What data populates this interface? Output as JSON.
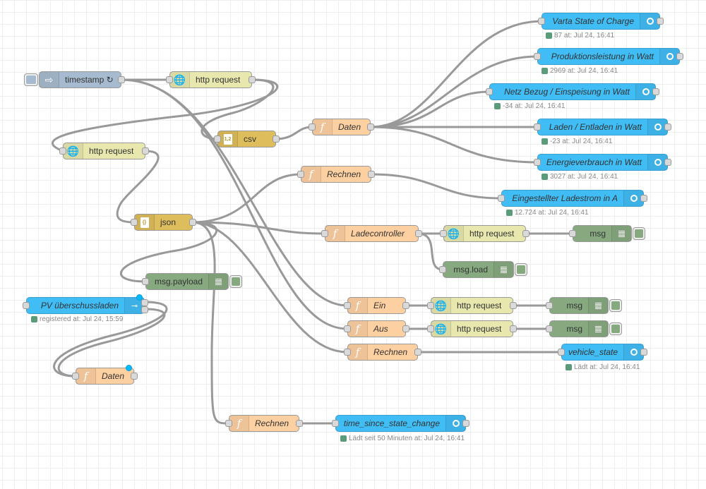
{
  "canvas": {
    "grid": true,
    "wire_color": "#999999",
    "background": "#ffffff"
  },
  "colors": {
    "inject": "#a6bbcf",
    "http_request": "#e7e7ae",
    "parser": "#DEBD5C",
    "function": "#fdd0a2",
    "debug": "#87a980",
    "home_assistant": "#41BDF5",
    "status_ok": "#5a9c7a",
    "changed_indicator": "#00bcff"
  },
  "nodes": {
    "timestamp": {
      "label": "timestamp ↻",
      "type": "inject",
      "icon": "arrow-right-icon"
    },
    "http1": {
      "label": "http request",
      "type": "http request",
      "icon": "globe-icon"
    },
    "http2": {
      "label": "http request",
      "type": "http request",
      "icon": "globe-icon"
    },
    "csv": {
      "label": "csv",
      "type": "csv",
      "icon_text": "1,2"
    },
    "json": {
      "label": "json",
      "type": "json",
      "icon_text": "{}"
    },
    "daten1": {
      "label": "Daten",
      "type": "function",
      "icon": "function-icon"
    },
    "rechnen1": {
      "label": "Rechnen",
      "type": "function",
      "icon": "function-icon"
    },
    "ladecontroller": {
      "label": "Ladecontroller",
      "type": "function",
      "icon": "function-icon"
    },
    "http3": {
      "label": "http request",
      "type": "http request",
      "icon": "globe-icon"
    },
    "msg1": {
      "label": "msg",
      "type": "debug"
    },
    "msgload": {
      "label": "msg.load",
      "type": "debug"
    },
    "msgpayload": {
      "label": "msg.payload",
      "type": "debug"
    },
    "pv": {
      "label": "PV überschussladen",
      "type": "ha-switch",
      "status": "registered at: Jul 24, 15:59"
    },
    "daten2": {
      "label": "Daten",
      "type": "function",
      "icon": "function-icon"
    },
    "ein": {
      "label": "Ein",
      "type": "function"
    },
    "aus": {
      "label": "Aus",
      "type": "function"
    },
    "http4": {
      "label": "http request",
      "type": "http request"
    },
    "http5": {
      "label": "http request",
      "type": "http request"
    },
    "msg2": {
      "label": "msg",
      "type": "debug"
    },
    "msg3": {
      "label": "msg",
      "type": "debug"
    },
    "rechnen2": {
      "label": "Rechnen",
      "type": "function"
    },
    "vehicle": {
      "label": "vehicle_state",
      "type": "ha-entity",
      "status": "Lädt at: Jul 24, 16:41"
    },
    "rechnen3": {
      "label": "Rechnen",
      "type": "function"
    },
    "timesince": {
      "label": "time_since_state_change",
      "type": "ha-entity",
      "status": "Lädt seit 50 Minuten at: Jul 24, 16:41"
    },
    "varta": {
      "label": "Varta State of Charge",
      "type": "ha-entity",
      "status": "87 at: Jul 24, 16:41"
    },
    "produktion": {
      "label": "Produktionsleistung in Watt",
      "type": "ha-entity",
      "status": "2969 at: Jul 24, 16:41"
    },
    "netz": {
      "label": "Netz Bezug / Einspeisung in Watt",
      "type": "ha-entity",
      "status": "-34 at: Jul 24, 16:41"
    },
    "laden": {
      "label": "Laden / Entladen in Watt",
      "type": "ha-entity",
      "status": "-23 at: Jul 24, 16:41"
    },
    "energie": {
      "label": "Energieverbrauch in Watt",
      "type": "ha-entity",
      "status": "3027 at: Jul 24, 16:41"
    },
    "ladestrom": {
      "label": "Eingestellter Ladestrom in A",
      "type": "ha-entity",
      "status": "12.724 at: Jul 24, 16:41"
    }
  }
}
